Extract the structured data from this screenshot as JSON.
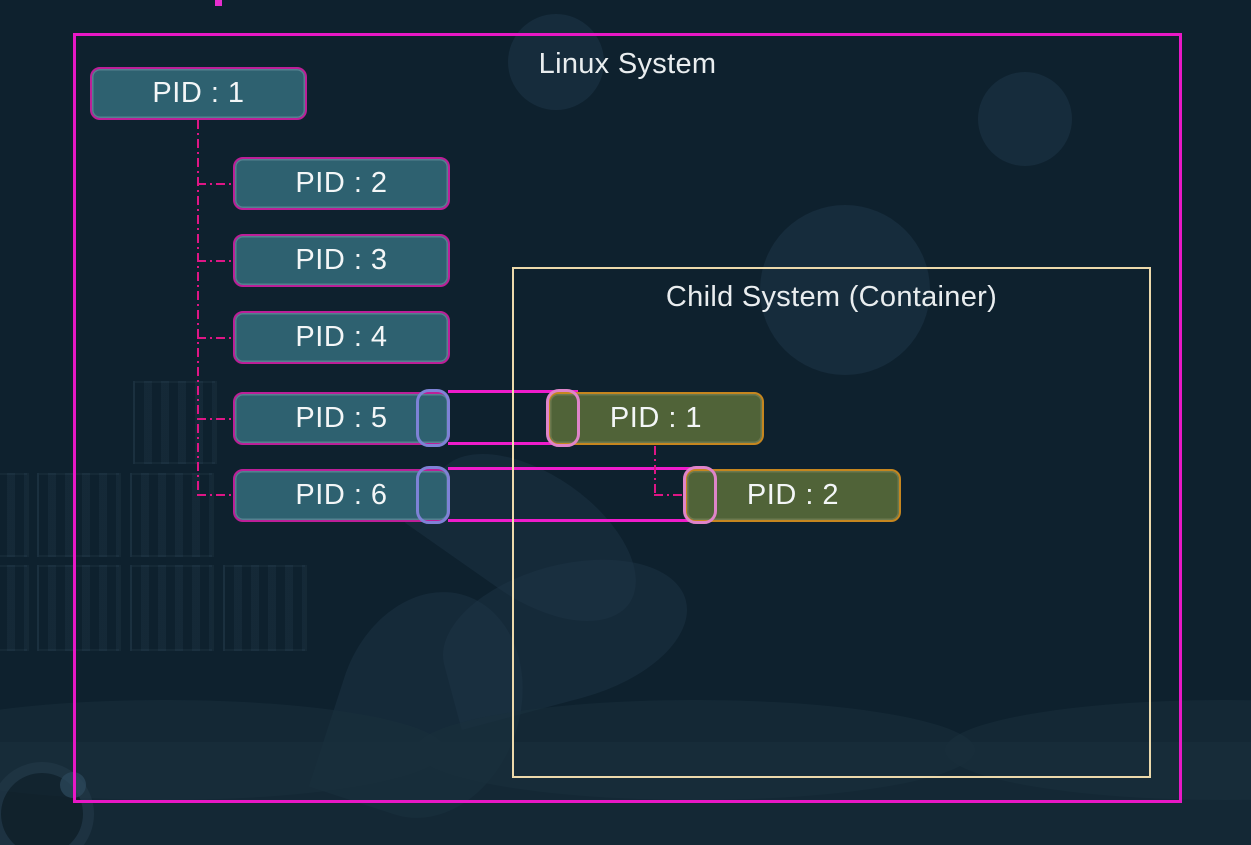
{
  "linux": {
    "label": "Linux System",
    "processes": [
      {
        "label": "PID : 1"
      },
      {
        "label": "PID : 2"
      },
      {
        "label": "PID : 3"
      },
      {
        "label": "PID : 4"
      },
      {
        "label": "PID : 5"
      },
      {
        "label": "PID : 6"
      }
    ]
  },
  "container": {
    "label": "Child System (Container)",
    "processes": [
      {
        "label": "PID : 1"
      },
      {
        "label": "PID : 2"
      }
    ]
  },
  "mappings": [
    {
      "host_process": "PID : 5",
      "container_process": "PID : 1"
    },
    {
      "host_process": "PID : 6",
      "container_process": "PID : 2"
    }
  ],
  "colors": {
    "background": "#0e212e",
    "outer_border": "#e818c6",
    "host_process_fill": "#2e6170",
    "host_process_border": "#bc1f98",
    "container_border": "#ecd9ab",
    "container_process_fill": "#506338",
    "container_process_border": "#c5861f",
    "mapping_pipe": "#ee1ccb",
    "tree_dash_line": "#dd1685",
    "host_tab_border": "#7e82d6",
    "container_tab_border": "#df84c9",
    "text": "#f3f6f7"
  }
}
